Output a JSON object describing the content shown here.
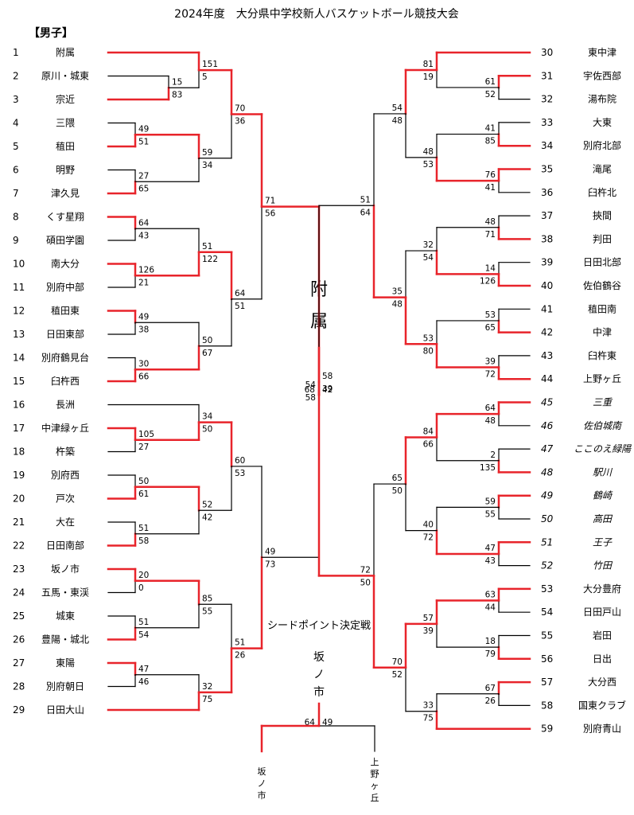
{
  "title": "2024年度　大分県中学校新人バスケットボール競技大会",
  "section_label": "【男子】",
  "champion": [
    "附",
    "属"
  ],
  "seed_title": "シードポイント決定戦",
  "seed_winner": [
    "坂",
    "ノ",
    "市"
  ],
  "seed_left": [
    "坂",
    "ノ",
    "市"
  ],
  "seed_right": [
    "上",
    "野",
    "ヶ",
    "丘"
  ],
  "seed_scores": [
    "64",
    "49"
  ],
  "final_scores": [
    "68",
    "42"
  ],
  "colors": {
    "win": "#e8242b",
    "line": "#000000"
  },
  "left_teams": [
    {
      "n": "1",
      "name": "附属"
    },
    {
      "n": "2",
      "name": "原川・城東"
    },
    {
      "n": "3",
      "name": "宗近"
    },
    {
      "n": "4",
      "name": "三隈"
    },
    {
      "n": "5",
      "name": "稙田"
    },
    {
      "n": "6",
      "name": "明野"
    },
    {
      "n": "7",
      "name": "津久見"
    },
    {
      "n": "8",
      "name": "くす星翔"
    },
    {
      "n": "9",
      "name": "碩田学園"
    },
    {
      "n": "10",
      "name": "南大分"
    },
    {
      "n": "11",
      "name": "別府中部"
    },
    {
      "n": "12",
      "name": "稙田東"
    },
    {
      "n": "13",
      "name": "日田東部"
    },
    {
      "n": "14",
      "name": "別府鶴見台"
    },
    {
      "n": "15",
      "name": "臼杵西"
    },
    {
      "n": "16",
      "name": "長洲"
    },
    {
      "n": "17",
      "name": "中津緑ヶ丘"
    },
    {
      "n": "18",
      "name": "杵築"
    },
    {
      "n": "19",
      "name": "別府西"
    },
    {
      "n": "20",
      "name": "戸次"
    },
    {
      "n": "21",
      "name": "大在"
    },
    {
      "n": "22",
      "name": "日田南部"
    },
    {
      "n": "23",
      "name": "坂ノ市"
    },
    {
      "n": "24",
      "name": "五馬・東渓"
    },
    {
      "n": "25",
      "name": "城東"
    },
    {
      "n": "26",
      "name": "豊陽・城北"
    },
    {
      "n": "27",
      "name": "東陽"
    },
    {
      "n": "28",
      "name": "別府朝日"
    },
    {
      "n": "29",
      "name": "日田大山"
    }
  ],
  "right_teams": [
    {
      "n": "30",
      "name": "東中津"
    },
    {
      "n": "31",
      "name": "宇佐西部"
    },
    {
      "n": "32",
      "name": "湯布院"
    },
    {
      "n": "33",
      "name": "大東"
    },
    {
      "n": "34",
      "name": "別府北部"
    },
    {
      "n": "35",
      "name": "滝尾"
    },
    {
      "n": "36",
      "name": "臼杵北"
    },
    {
      "n": "37",
      "name": "挾間"
    },
    {
      "n": "38",
      "name": "判田"
    },
    {
      "n": "39",
      "name": "日田北部"
    },
    {
      "n": "40",
      "name": "佐伯鶴谷"
    },
    {
      "n": "41",
      "name": "稙田南"
    },
    {
      "n": "42",
      "name": "中津"
    },
    {
      "n": "43",
      "name": "臼杵東"
    },
    {
      "n": "44",
      "name": "上野ヶ丘"
    },
    {
      "n": "45",
      "name": "三重",
      "it": true
    },
    {
      "n": "46",
      "name": "佐伯城南",
      "it": true
    },
    {
      "n": "47",
      "name": "ここのえ緑陽",
      "it": true
    },
    {
      "n": "48",
      "name": "駅川",
      "it": true
    },
    {
      "n": "49",
      "name": "鶴崎",
      "it": true
    },
    {
      "n": "50",
      "name": "高田",
      "it": true
    },
    {
      "n": "51",
      "name": "王子",
      "it": true
    },
    {
      "n": "52",
      "name": "竹田",
      "it": true
    },
    {
      "n": "53",
      "name": "大分豊府"
    },
    {
      "n": "54",
      "name": "日田戸山"
    },
    {
      "n": "55",
      "name": "岩田"
    },
    {
      "n": "56",
      "name": "日出"
    },
    {
      "n": "57",
      "name": "大分西"
    },
    {
      "n": "58",
      "name": "国東クラブ"
    },
    {
      "n": "59",
      "name": "別府青山"
    }
  ],
  "left_matches": [
    {
      "id": "L1",
      "a": 1,
      "b": 2,
      "col": 1,
      "sa": "15",
      "sb": "83",
      "w": "b"
    },
    {
      "id": "L2",
      "a": 3,
      "b": 4,
      "col": 0,
      "sa": "49",
      "sb": "51",
      "w": "b"
    },
    {
      "id": "L3",
      "a": 5,
      "b": 6,
      "col": 0,
      "sa": "27",
      "sb": "65",
      "w": "b"
    },
    {
      "id": "L4",
      "a": 7,
      "b": 8,
      "col": 0,
      "sa": "64",
      "sb": "43",
      "w": "a"
    },
    {
      "id": "L5",
      "a": 9,
      "b": 10,
      "col": 0,
      "sa": "126",
      "sb": "21",
      "w": "a"
    },
    {
      "id": "L6",
      "a": 11,
      "b": 12,
      "col": 0,
      "sa": "49",
      "sb": "38",
      "w": "a"
    },
    {
      "id": "L7",
      "a": 13,
      "b": 14,
      "col": 0,
      "sa": "30",
      "sb": "66",
      "w": "b"
    },
    {
      "id": "L8",
      "a": 16,
      "b": 17,
      "col": 0,
      "sa": "105",
      "sb": "27",
      "w": "a"
    },
    {
      "id": "L9",
      "a": 18,
      "b": 19,
      "col": 0,
      "sa": "50",
      "sb": "61",
      "w": "b"
    },
    {
      "id": "L10",
      "a": 20,
      "b": 21,
      "col": 0,
      "sa": "51",
      "sb": "58",
      "w": "b"
    },
    {
      "id": "L11",
      "a": 22,
      "b": 23,
      "col": 0,
      "sa": "20",
      "sb": "0",
      "w": "a"
    },
    {
      "id": "L12",
      "a": 24,
      "b": 25,
      "col": 0,
      "sa": "51",
      "sb": "54",
      "w": "b"
    },
    {
      "id": "L13",
      "a": 26,
      "b": 27,
      "col": 0,
      "sa": "47",
      "sb": "46",
      "w": "a"
    },
    {
      "id": "L14",
      "a": 0,
      "b": "L1",
      "col": 2,
      "sa": "151",
      "sb": "5",
      "w": "a"
    },
    {
      "id": "L15",
      "a": "L2",
      "b": "L3",
      "col": 2,
      "sa": "59",
      "sb": "34",
      "w": "a"
    },
    {
      "id": "L16",
      "a": "L4",
      "b": "L5",
      "col": 2,
      "sa": "51",
      "sb": "122",
      "w": "b"
    },
    {
      "id": "L17",
      "a": "L6",
      "b": "L7",
      "col": 2,
      "sa": "50",
      "sb": "67",
      "w": "b"
    },
    {
      "id": "L18",
      "a": 15,
      "b": "L8",
      "col": 2,
      "sa": "34",
      "sb": "50",
      "w": "b"
    },
    {
      "id": "L19",
      "a": "L9",
      "b": "L10",
      "col": 2,
      "sa": "52",
      "sb": "42",
      "w": "a"
    },
    {
      "id": "L20",
      "a": "L11",
      "b": "L12",
      "col": 2,
      "sa": "85",
      "sb": "55",
      "w": "a"
    },
    {
      "id": "L21",
      "a": "L13",
      "b": 28,
      "col": 2,
      "sa": "32",
      "sb": "75",
      "w": "b"
    },
    {
      "id": "L22",
      "a": "L14",
      "b": "L15",
      "col": 3,
      "sa": "70",
      "sb": "36",
      "w": "a"
    },
    {
      "id": "L23",
      "a": "L16",
      "b": "L17",
      "col": 3,
      "sa": "64",
      "sb": "51",
      "w": "a"
    },
    {
      "id": "L24",
      "a": "L18",
      "b": "L19",
      "col": 3,
      "sa": "60",
      "sb": "53",
      "w": "a"
    },
    {
      "id": "L25",
      "a": "L20",
      "b": "L21",
      "col": 3,
      "sa": "51",
      "sb": "26",
      "w": "b"
    },
    {
      "id": "L26",
      "a": "L22",
      "b": "L23",
      "col": 4,
      "sa": "71",
      "sb": "56",
      "w": "a"
    },
    {
      "id": "L27",
      "a": "L24",
      "b": "L25",
      "col": 4,
      "sa": "49",
      "sb": "73",
      "w": "b"
    },
    {
      "id": "L28",
      "a": "L26",
      "b": "L27",
      "col": 5,
      "sa": "58",
      "sb": "39",
      "w": "a"
    }
  ],
  "right_matches": [
    {
      "id": "R1",
      "a": 1,
      "b": 2,
      "col": 0,
      "sa": "61",
      "sb": "52",
      "w": "a"
    },
    {
      "id": "R2",
      "a": 3,
      "b": 4,
      "col": 0,
      "sa": "41",
      "sb": "85",
      "w": "b"
    },
    {
      "id": "R3",
      "a": 5,
      "b": 6,
      "col": 0,
      "sa": "76",
      "sb": "41",
      "w": "a"
    },
    {
      "id": "R4",
      "a": 7,
      "b": 8,
      "col": 0,
      "sa": "48",
      "sb": "71",
      "w": "b"
    },
    {
      "id": "R5",
      "a": 9,
      "b": 10,
      "col": 0,
      "sa": "14",
      "sb": "126",
      "w": "b"
    },
    {
      "id": "R6",
      "a": 11,
      "b": 12,
      "col": 0,
      "sa": "53",
      "sb": "65",
      "w": "b"
    },
    {
      "id": "R7",
      "a": 13,
      "b": 14,
      "col": 0,
      "sa": "39",
      "sb": "72",
      "w": "b"
    },
    {
      "id": "R8",
      "a": 15,
      "b": 16,
      "col": 0,
      "sa": "64",
      "sb": "48",
      "w": "a"
    },
    {
      "id": "R9",
      "a": 17,
      "b": 18,
      "col": 0,
      "sa": "2",
      "sb": "135",
      "w": "b"
    },
    {
      "id": "R10",
      "a": 19,
      "b": 20,
      "col": 0,
      "sa": "59",
      "sb": "55",
      "w": "a"
    },
    {
      "id": "R11",
      "a": 21,
      "b": 22,
      "col": 0,
      "sa": "47",
      "sb": "43",
      "w": "a"
    },
    {
      "id": "R12",
      "a": 23,
      "b": 24,
      "col": 0,
      "sa": "63",
      "sb": "44",
      "w": "a"
    },
    {
      "id": "R13",
      "a": 25,
      "b": 26,
      "col": 0,
      "sa": "18",
      "sb": "79",
      "w": "b"
    },
    {
      "id": "R14",
      "a": 27,
      "b": 28,
      "col": 0,
      "sa": "67",
      "sb": "26",
      "w": "a"
    },
    {
      "id": "R15",
      "a": 0,
      "b": "R1",
      "col": 2,
      "sa": "81",
      "sb": "19",
      "w": "a"
    },
    {
      "id": "R16",
      "a": "R2",
      "b": "R3",
      "col": 2,
      "sa": "48",
      "sb": "53",
      "w": "b"
    },
    {
      "id": "R17",
      "a": "R4",
      "b": "R5",
      "col": 2,
      "sa": "32",
      "sb": "54",
      "w": "b"
    },
    {
      "id": "R18",
      "a": "R6",
      "b": "R7",
      "col": 2,
      "sa": "53",
      "sb": "80",
      "w": "b"
    },
    {
      "id": "R19",
      "a": "R8",
      "b": "R9",
      "col": 2,
      "sa": "84",
      "sb": "66",
      "w": "a"
    },
    {
      "id": "R20",
      "a": "R10",
      "b": "R11",
      "col": 2,
      "sa": "40",
      "sb": "72",
      "w": "b"
    },
    {
      "id": "R21",
      "a": "R12",
      "b": "R13",
      "col": 2,
      "sa": "57",
      "sb": "39",
      "w": "a"
    },
    {
      "id": "R22",
      "a": "R14",
      "b": 29,
      "col": 2,
      "sa": "33",
      "sb": "75",
      "w": "b"
    },
    {
      "id": "R23",
      "a": "R15",
      "b": "R16",
      "col": 3,
      "sa": "54",
      "sb": "48",
      "w": "a"
    },
    {
      "id": "R24",
      "a": "R17",
      "b": "R18",
      "col": 3,
      "sa": "35",
      "sb": "48",
      "w": "b"
    },
    {
      "id": "R25",
      "a": "R19",
      "b": "R20",
      "col": 3,
      "sa": "65",
      "sb": "50",
      "w": "a"
    },
    {
      "id": "R26",
      "a": "R21",
      "b": "R22",
      "col": 3,
      "sa": "70",
      "sb": "52",
      "w": "a"
    },
    {
      "id": "R27",
      "a": "R23",
      "b": "R24",
      "col": 4,
      "sa": "51",
      "sb": "64",
      "w": "b"
    },
    {
      "id": "R28",
      "a": "R25",
      "b": "R26",
      "col": 4,
      "sa": "72",
      "sb": "50",
      "w": "b"
    },
    {
      "id": "R29",
      "a": "R27",
      "b": "R28",
      "col": 5,
      "sa": "54",
      "sb": "58",
      "w": "b"
    }
  ]
}
